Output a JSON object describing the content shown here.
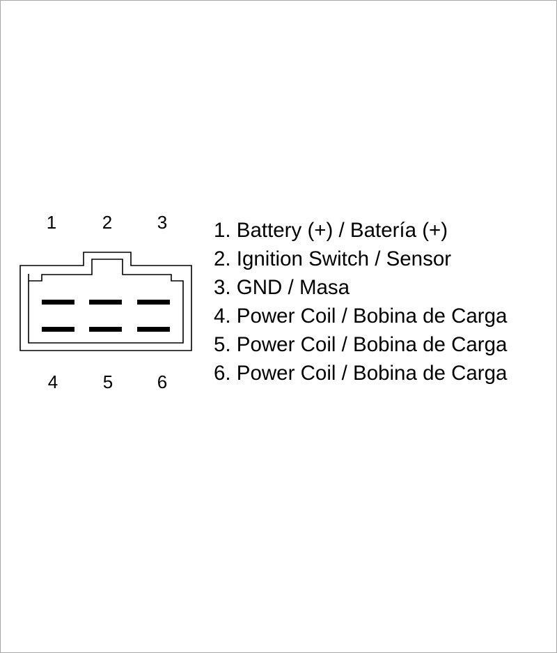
{
  "connector": {
    "top_pin_labels": [
      "1",
      "2",
      "3"
    ],
    "bottom_pin_labels": [
      "4",
      "5",
      "6"
    ]
  },
  "legend": {
    "items": [
      "1. Battery (+) / Batería (+)",
      "2. Ignition Switch / Sensor",
      "3. GND / Masa",
      "4. Power Coil / Bobina de Carga",
      "5. Power Coil / Bobina de Carga",
      "6. Power Coil / Bobina de Carga"
    ]
  },
  "colors": {
    "line": "#000000",
    "frame": "#a8a8a8",
    "background": "#ffffff"
  }
}
